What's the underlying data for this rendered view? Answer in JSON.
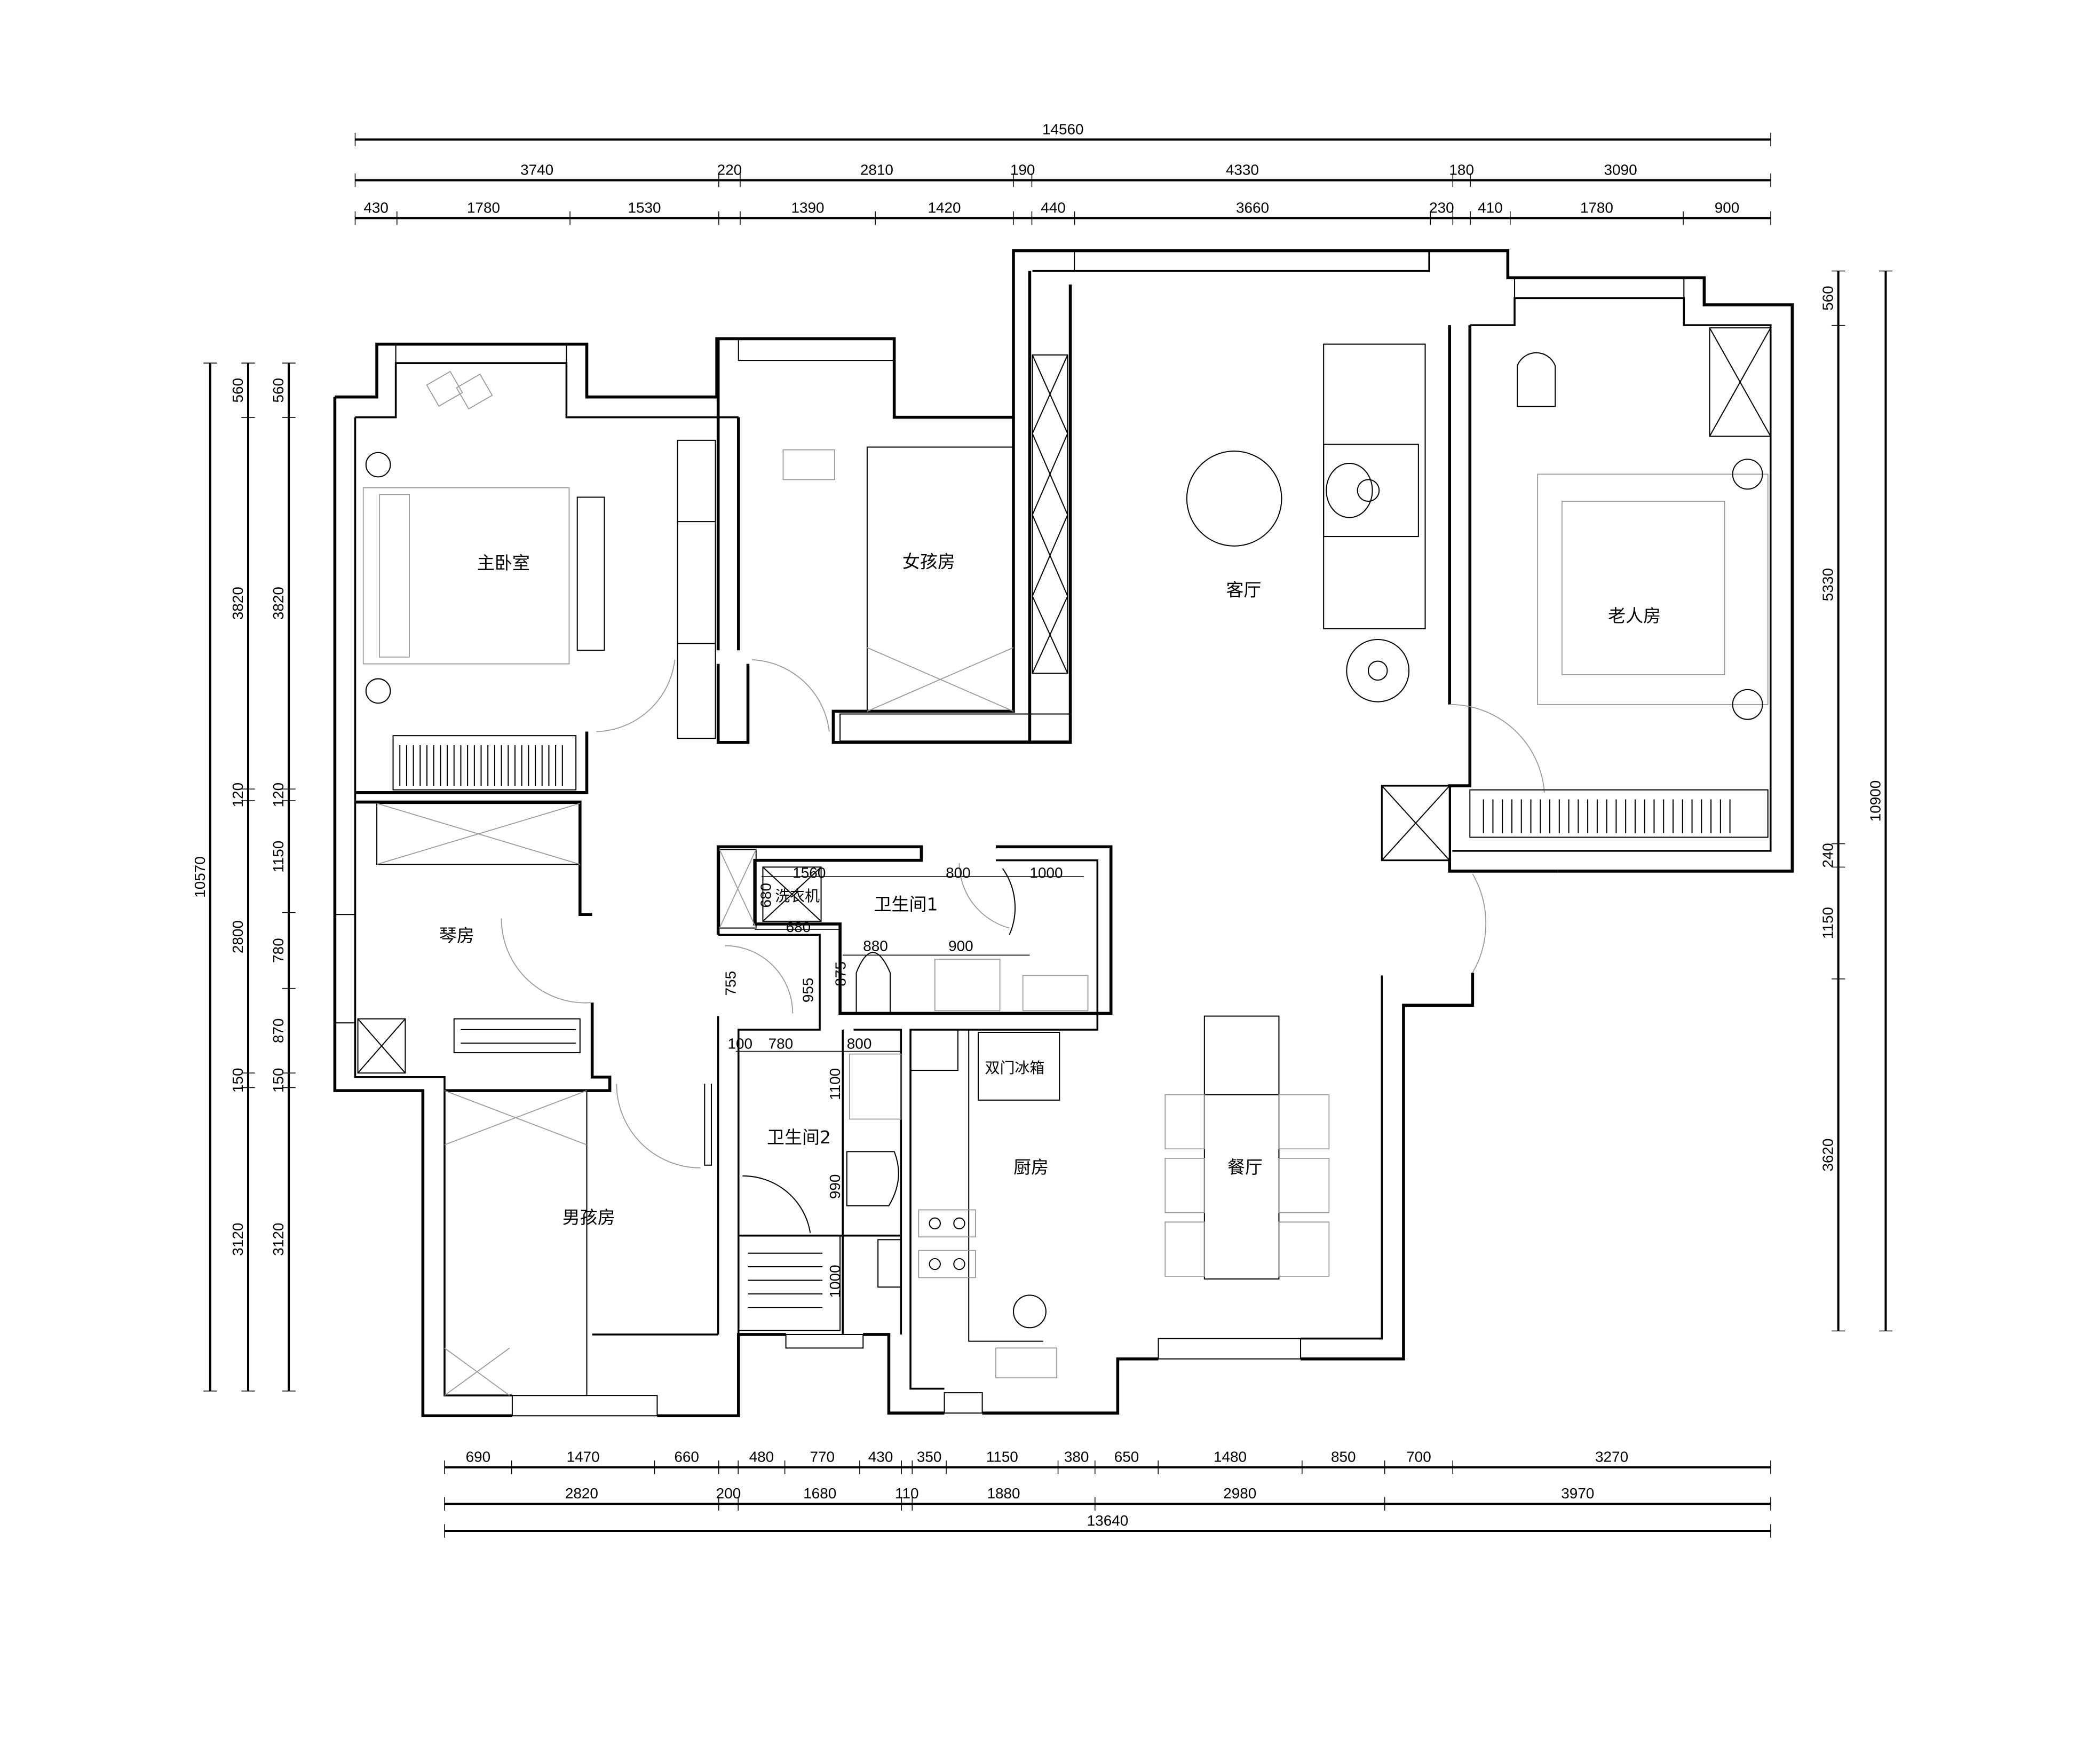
{
  "rooms": {
    "master_bedroom": "主卧室",
    "girl_room": "女孩房",
    "living_room": "客厅",
    "elder_room": "老人房",
    "piano_room": "琴房",
    "boy_room": "男孩房",
    "bathroom1": "卫生间1",
    "bathroom2": "卫生间2",
    "kitchen": "厨房",
    "dining": "餐厅"
  },
  "fixtures": {
    "washer": "洗衣机",
    "fridge": "双门冰箱"
  },
  "dimensions": {
    "top": {
      "total": [
        14560
      ],
      "row2": [
        3740,
        220,
        2810,
        190,
        4330,
        180,
        3090
      ],
      "row3": [
        {
          "v": 430
        },
        {
          "v": 1780
        },
        {
          "v": 1530
        },
        {
          "v": 220,
          "gap": true
        },
        {
          "v": 1390
        },
        {
          "v": 1420
        },
        {
          "v": 190,
          "gap": true
        },
        {
          "v": 440
        },
        {
          "v": 3660
        },
        {
          "v": 230
        },
        {
          "v": 180,
          "gap": true
        },
        {
          "v": 410
        },
        {
          "v": 1780
        },
        {
          "v": 900
        }
      ]
    },
    "bottom": {
      "row1": [
        {
          "v": 690
        },
        {
          "v": 1470
        },
        {
          "v": 660
        },
        {
          "v": 200,
          "gap": true
        },
        {
          "v": 480
        },
        {
          "v": 770
        },
        {
          "v": 430
        },
        {
          "v": 110,
          "gap": true
        },
        {
          "v": 350
        },
        {
          "v": 1150
        },
        {
          "v": 380
        },
        {
          "v": 650
        },
        {
          "v": 1480
        },
        {
          "v": 850
        },
        {
          "v": 700
        },
        {
          "v": 3270
        }
      ],
      "row2": [
        2820,
        200,
        1680,
        110,
        1880,
        2980,
        3970
      ],
      "total": [
        13640
      ]
    },
    "left": {
      "total": [
        10570
      ],
      "row2": [
        560,
        3820,
        120,
        2800,
        150,
        3120
      ],
      "row3": [
        560,
        3820,
        120,
        1150,
        780,
        870,
        150,
        3120
      ]
    },
    "right": {
      "row1": [
        560,
        5330,
        240,
        1150,
        3620
      ],
      "total": [
        10900
      ]
    }
  },
  "interior_dims": [
    "1560",
    "800",
    "1000",
    "680",
    "680",
    "880",
    "900",
    "755",
    "955",
    "875",
    "100",
    "780",
    "800",
    "1100",
    "990",
    "1000"
  ]
}
